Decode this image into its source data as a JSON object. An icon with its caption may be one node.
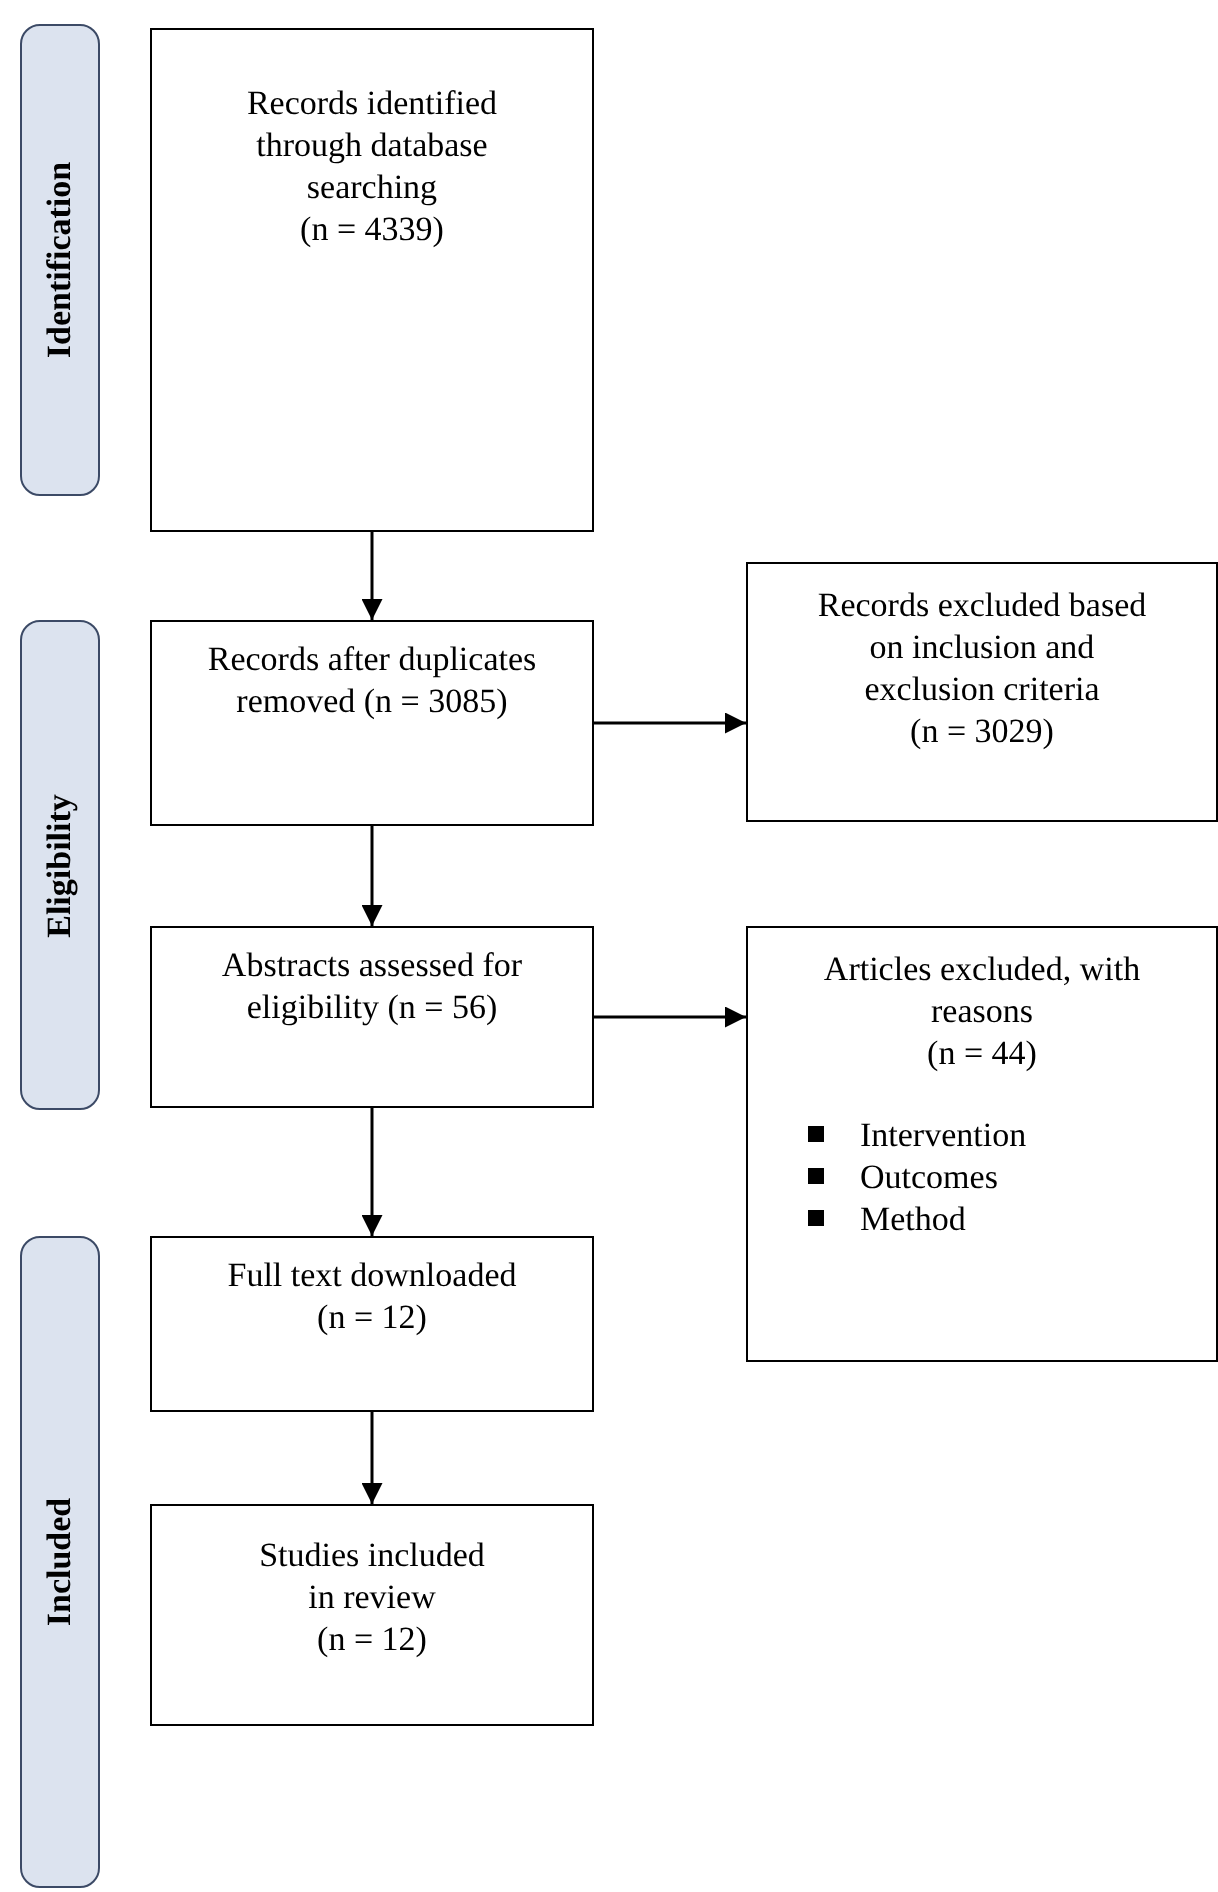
{
  "diagram": {
    "nodes": [
      {
        "text": [
          "Identification"
        ]
      },
      {
        "text": [
          "Eligibility"
        ]
      },
      {
        "text": [
          "Included"
        ]
      },
      {
        "text": [
          "Records identified through database searching",
          "(n = 4339)"
        ]
      },
      {
        "text": [
          "Records after duplicates removed (n = 3085)"
        ]
      },
      {
        "text": [
          "Records excluded based on inclusion and exclusion criteria",
          "(n = 3029)"
        ]
      },
      {
        "text": [
          "Abstracts assessed for eligibility (n = 56)"
        ]
      },
      {
        "text": [
          "Articles excluded, with reasons",
          "(n =  44)",
          "Intervention",
          "Outcomes",
          "Method"
        ]
      },
      {
        "text": [
          "Full text downloaded",
          "(n = 12)"
        ]
      },
      {
        "text": [
          "Studies included in review",
          "(n = 12)"
        ]
      }
    ],
    "edges": [
      {
        "from": 3,
        "to": 4,
        "arrow": "to"
      },
      {
        "from": 4,
        "to": 5,
        "arrow": "to"
      },
      {
        "from": 4,
        "to": 6,
        "arrow": "to"
      },
      {
        "from": 6,
        "to": 7,
        "arrow": "to"
      },
      {
        "from": 6,
        "to": 8,
        "arrow": "to"
      },
      {
        "from": 8,
        "to": 9,
        "arrow": "to"
      }
    ]
  }
}
